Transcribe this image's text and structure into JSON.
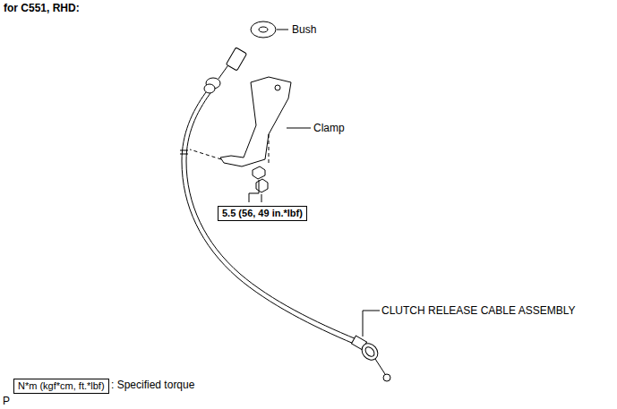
{
  "diagram": {
    "title": "for C551, RHD:",
    "nodes": [
      {
        "text": [
          "5.5 (56, 49 in.*lbf)"
        ]
      },
      {
        "text": [
          "N*m (kgf*cm, ft.*lbf)",
          ": Specified torque"
        ]
      }
    ],
    "labels": [
      "Bush",
      "Clamp",
      "CLUTCH RELEASE CABLE ASSEMBLY",
      "P"
    ]
  }
}
